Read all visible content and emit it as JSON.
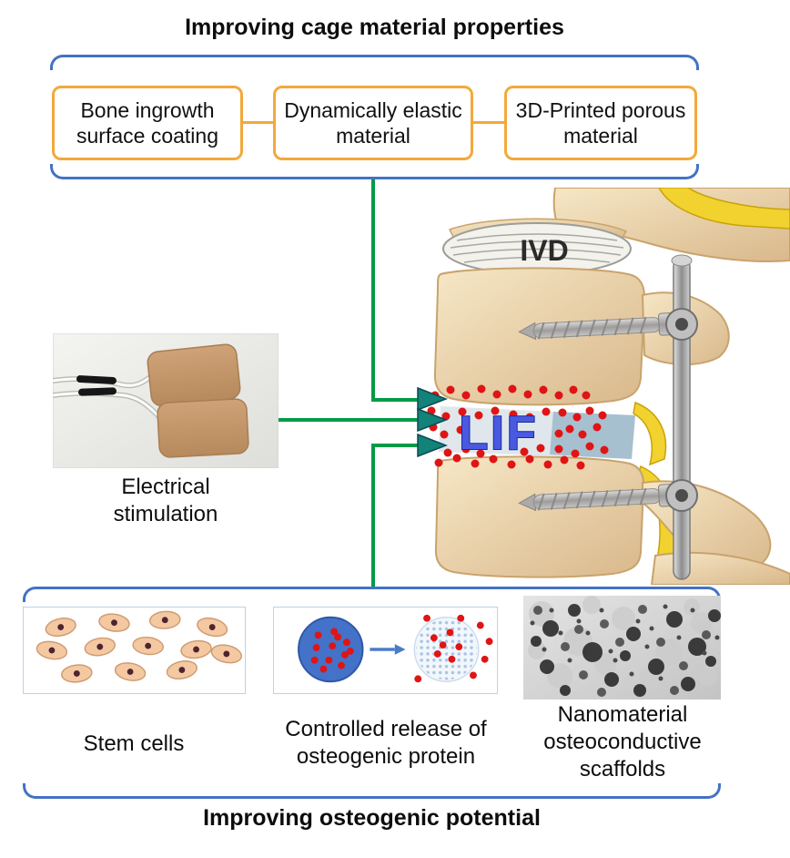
{
  "figure": {
    "top_title": "Improving cage material properties",
    "bottom_title": "Improving osteogenic potential"
  },
  "cage_boxes": [
    {
      "label": "Bone ingrowth surface coating"
    },
    {
      "label": "Dynamically elastic material"
    },
    {
      "label": "3D-Printed porous material"
    }
  ],
  "spine": {
    "ivd_label": "IVD",
    "lif_label": "LIF"
  },
  "electrical": {
    "label": "Electrical stimulation"
  },
  "osteogenic_items": [
    {
      "label": "Stem cells"
    },
    {
      "label": "Controlled release of osteogenic protein"
    },
    {
      "label": "Nanomaterial osteoconductive scaffolds"
    }
  ],
  "colors": {
    "bracket_blue": "#4472c4",
    "box_border_orange": "#f2a93b",
    "connector_green": "#009b47",
    "arrowhead_teal": "#138278",
    "dot_red": "#e01414",
    "lif_text_blue": "#4a5ae0"
  }
}
